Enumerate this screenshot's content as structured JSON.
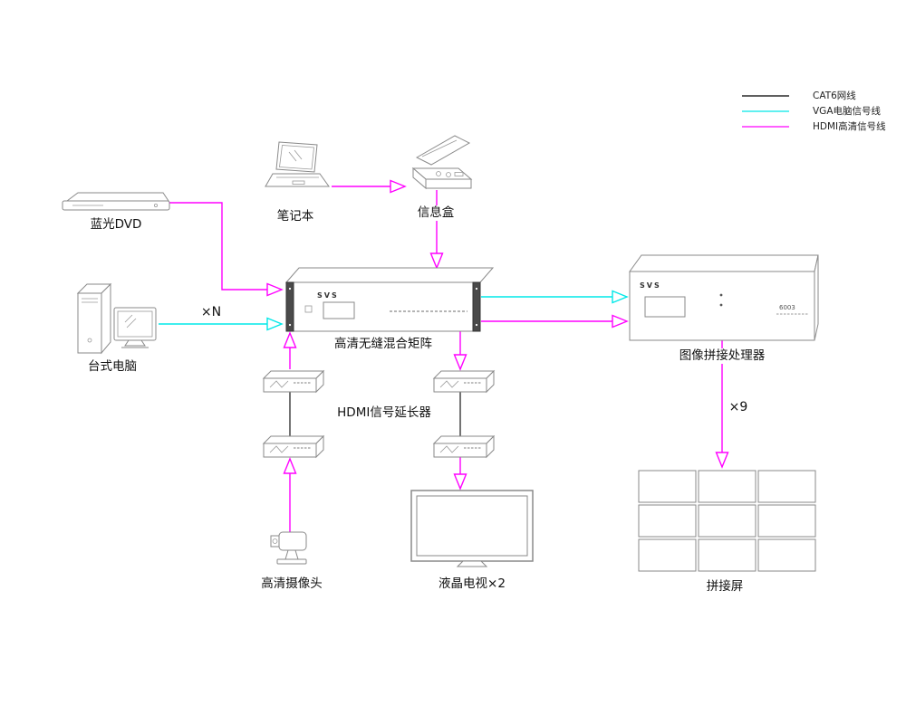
{
  "legend": {
    "items": [
      {
        "label": "CAT6网线",
        "color": "#000000"
      },
      {
        "label": "VGA电脑信号线",
        "color": "#00E8E8"
      },
      {
        "label": "HDMI高清信号线",
        "color": "#FF00FF"
      }
    ]
  },
  "colors": {
    "cat6": "#000000",
    "vga": "#00E8E8",
    "hdmi": "#FF00FF"
  },
  "devices": {
    "dvd": {
      "label": "蓝光DVD"
    },
    "laptop": {
      "label": "笔记本"
    },
    "infobox": {
      "label": "信息盒"
    },
    "desktop": {
      "label": "台式电脑"
    },
    "matrix": {
      "label": "高清无缝混合矩阵",
      "brand": "SVS"
    },
    "extender": {
      "label": "HDMI信号延长器"
    },
    "camera": {
      "label": "高清摄像头"
    },
    "tv": {
      "label": "液晶电视×2"
    },
    "processor": {
      "label": "图像拼接处理器",
      "brand": "SVS",
      "model": "6003"
    },
    "wall": {
      "label": "拼接屏"
    }
  },
  "annotations": {
    "vga_count": "×N",
    "wall_count": "×9"
  }
}
